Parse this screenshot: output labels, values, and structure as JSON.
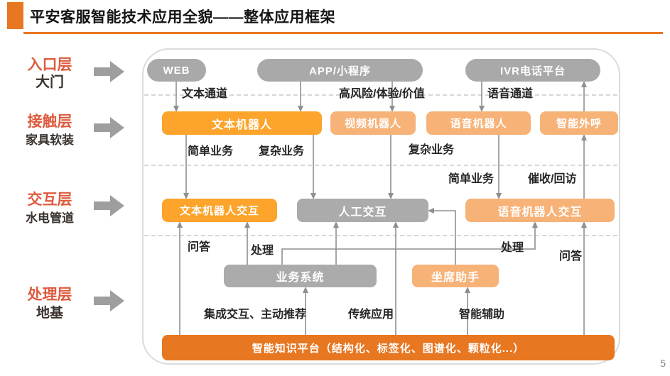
{
  "slide": {
    "title": "平安客服智能技术应用全貌——整体应用框架",
    "page_number": "5"
  },
  "colors": {
    "accent_orange": "#E87722",
    "bright_orange": "#FCA42B",
    "light_orange": "#F7B278",
    "box_gray": "#ABABAB",
    "pill_gray": "#A9A9A9",
    "layer_title_red": "#DE5B3F",
    "arrow_gray": "#8F8F8F"
  },
  "layers": [
    {
      "title": "入口层",
      "subtitle": "大门"
    },
    {
      "title": "接触层",
      "subtitle": "家具软装"
    },
    {
      "title": "交互层",
      "subtitle": "水电管道"
    },
    {
      "title": "处理层",
      "subtitle": "地基"
    }
  ],
  "nodes": {
    "web": {
      "label": "WEB"
    },
    "app": {
      "label": "APP/小程序"
    },
    "ivr": {
      "label": "IVR电话平台"
    },
    "text_robot": {
      "label": "文本机器人"
    },
    "video_robot": {
      "label": "视频机器人"
    },
    "voice_robot": {
      "label": "语音机器人"
    },
    "smart_outbound": {
      "label": "智能外呼"
    },
    "text_robot_interaction": {
      "label": "文本机器人交互"
    },
    "human_interaction": {
      "label": "人工交互"
    },
    "voice_robot_interaction": {
      "label": "语音机器人交互"
    },
    "business_system": {
      "label": "业务系统"
    },
    "agent_assistant": {
      "label": "坐席助手"
    },
    "knowledge_platform": {
      "label": "智能知识平台（结构化、标签化、图谱化、颗粒化...）"
    }
  },
  "edge_labels": {
    "text_channel": "文本通道",
    "high_risk": "高风险/体验/价值",
    "voice_channel": "语音通道",
    "simple_biz_text": "简单业务",
    "complex_biz_text": "复杂业务",
    "complex_biz_video": "复杂业务",
    "simple_biz_voice": "简单业务",
    "collection_callback": "催收/回访",
    "qa_left": "问答",
    "process_left": "处理",
    "process_right": "处理",
    "qa_right": "问答",
    "integrated_interaction": "集成交互、主动推荐",
    "traditional_app": "传统应用",
    "intelligent_assist": "智能辅助"
  }
}
